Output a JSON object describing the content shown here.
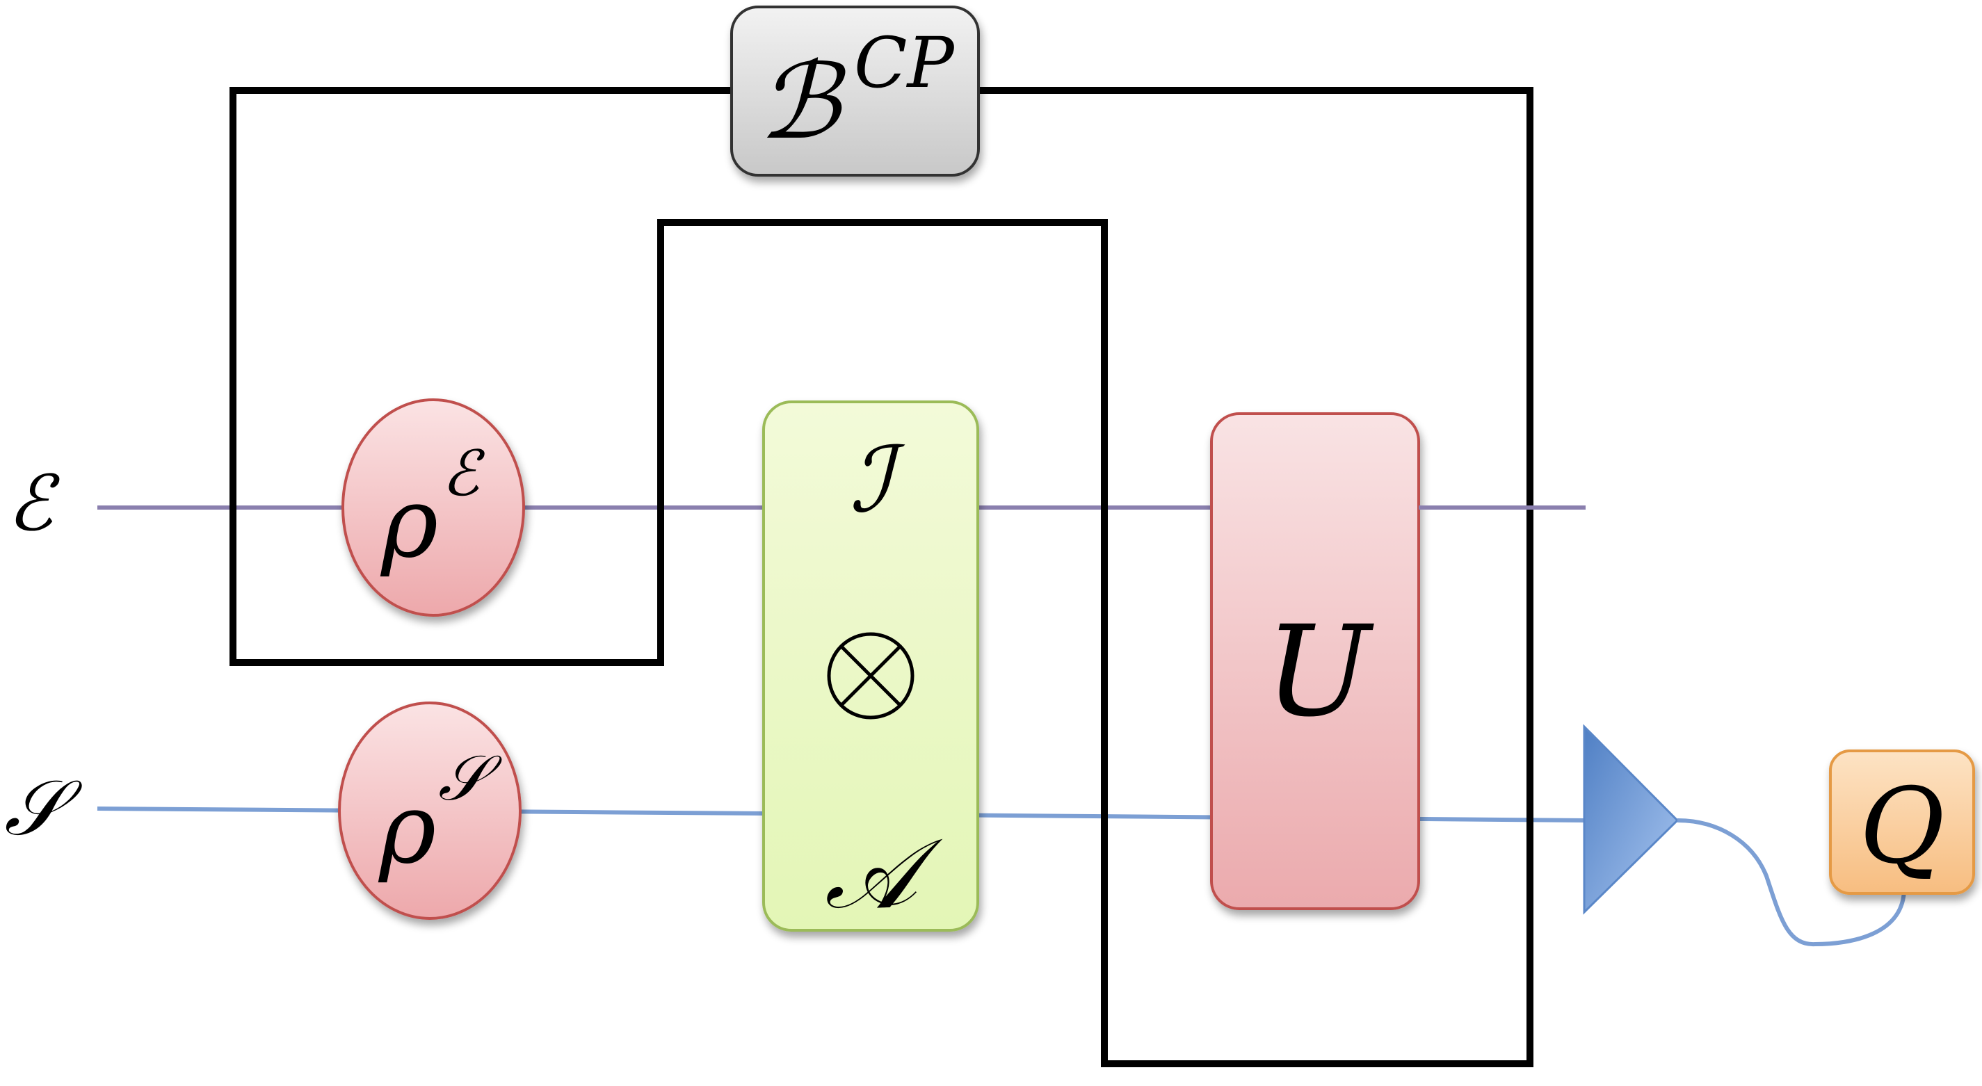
{
  "wires": {
    "environment": {
      "label": "ℰ",
      "color": "#8a7fae"
    },
    "system": {
      "label": "𝒮",
      "color": "#7c9fd4"
    }
  },
  "boxes": {
    "rho_env": {
      "base": "ρ",
      "superscript": "ℰ"
    },
    "rho_sys": {
      "base": "ρ",
      "superscript": "𝒮"
    },
    "instrument": {
      "top": "ℐ",
      "middle": "⊗",
      "bottom": "𝒜"
    },
    "unitary": {
      "label": "U"
    },
    "process": {
      "base": "ℬ",
      "superscript": "CP"
    },
    "measurement": {
      "label": "Q"
    }
  },
  "colors": {
    "rho_fill_top": "#fbe3e4",
    "rho_fill_bottom": "#eda8ab",
    "rho_stroke": "#c0504d",
    "instrument_fill_top": "#f3fad9",
    "instrument_fill_bottom": "#e3f6b6",
    "instrument_stroke": "#9bbb59",
    "unitary_fill_top": "#f9e3e4",
    "unitary_fill_bottom": "#ebaaad",
    "unitary_stroke": "#c0504d",
    "process_fill_top": "#f2f2f2",
    "process_fill_bottom": "#c8c8c8",
    "measurement_fill_top": "#fde3c4",
    "measurement_fill_bottom": "#f7bd80",
    "measurement_stroke": "#e59a45",
    "detector_top": "#4f7fc4",
    "detector_bottom": "#a9c6f0",
    "bracket": "#000000"
  }
}
